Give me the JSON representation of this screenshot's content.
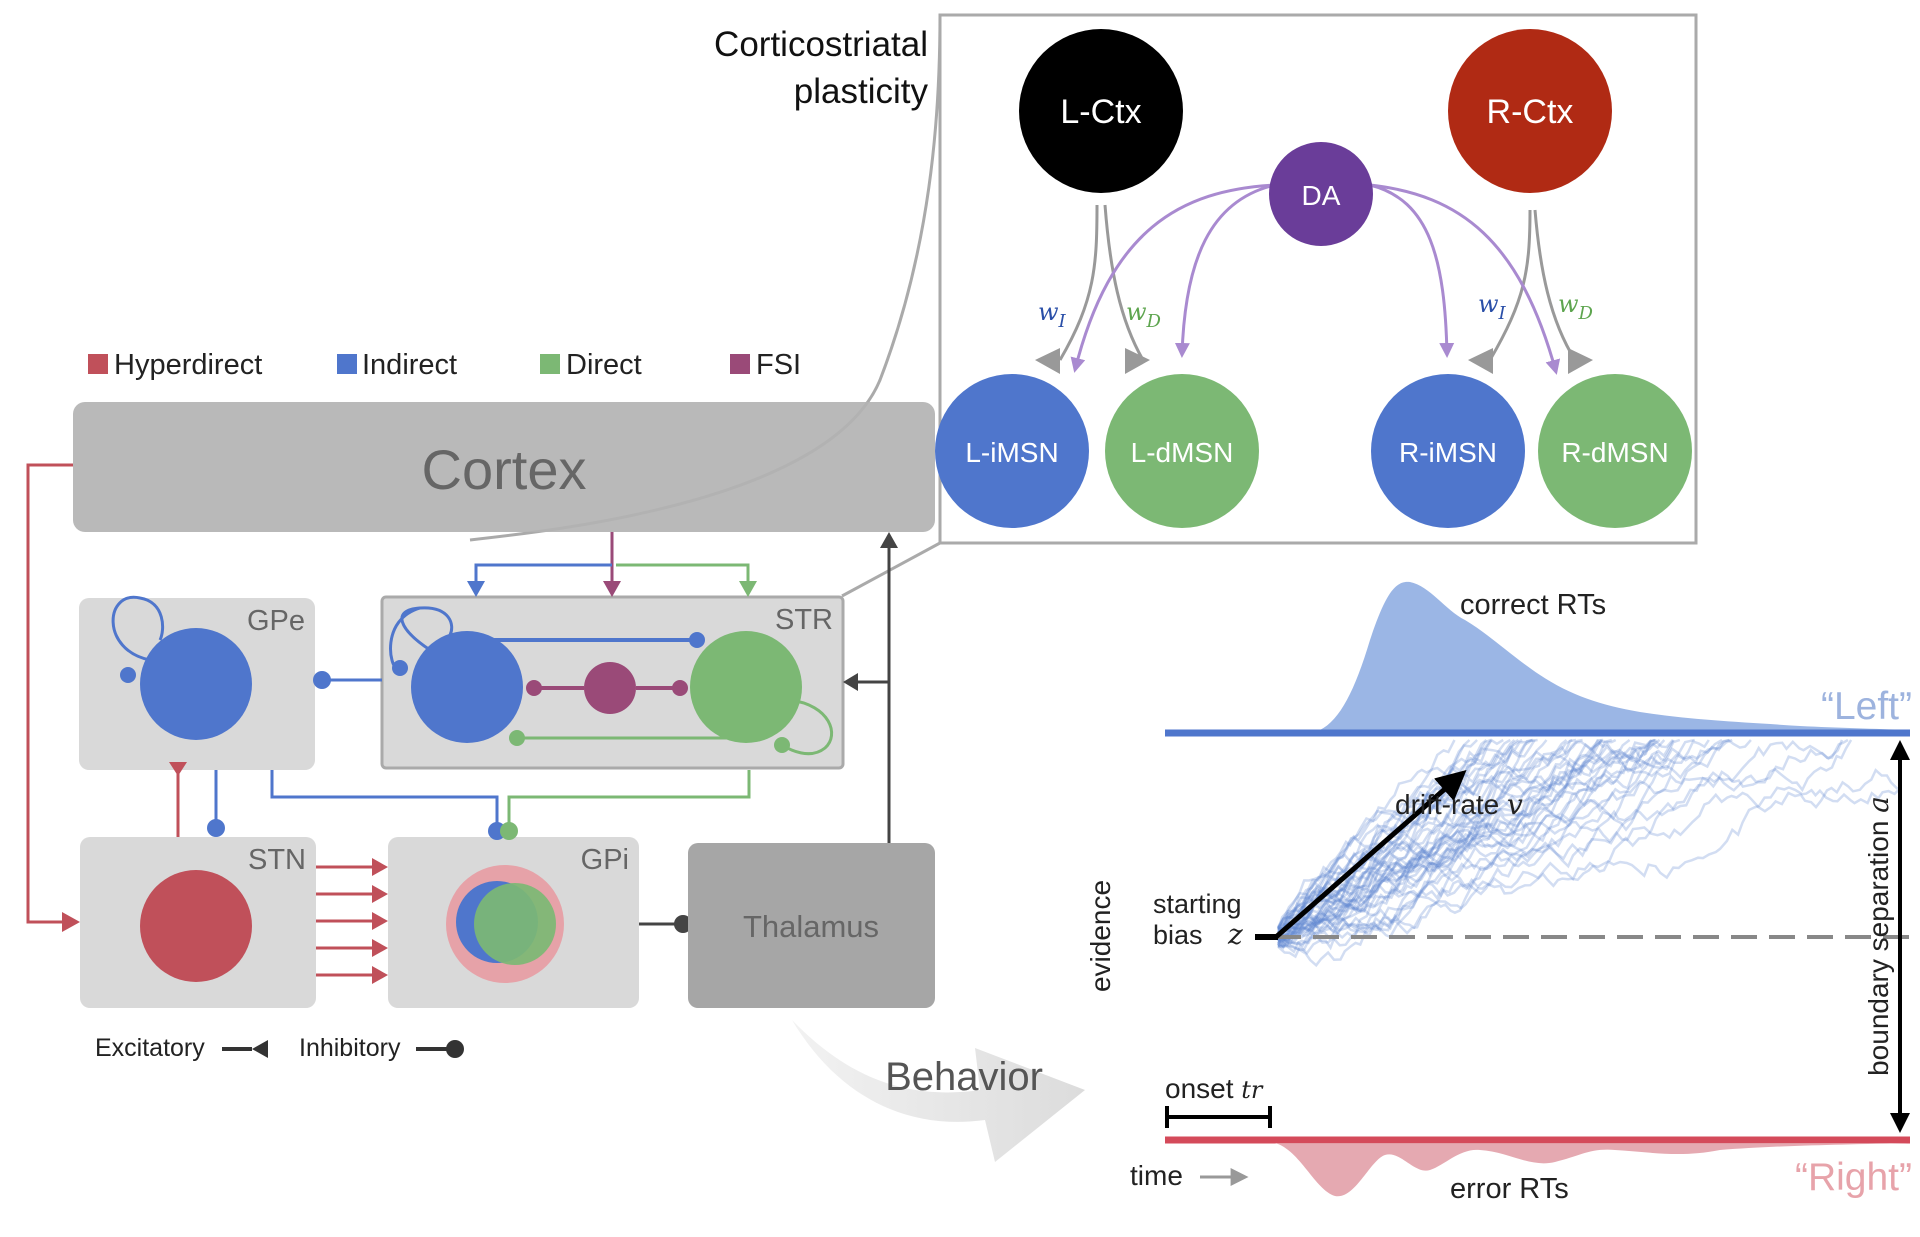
{
  "colors": {
    "hyperdirect": "#c0505a",
    "indirect": "#4f76cc",
    "direct": "#7cb874",
    "fsi": "#9a4a78",
    "box": "#d9d9d9",
    "cortex_box": "#b3b3b3",
    "thalamus_box": "#a6a6a6",
    "da": "#6a3d99",
    "r_ctx": "#b02a14",
    "l_ctx": "#000000",
    "da_arrow": "#a98ad0",
    "left_boundary": "#4f76cc",
    "right_boundary": "#d44a5a"
  },
  "legend": {
    "hyperdirect": "Hyperdirect",
    "indirect": "Indirect",
    "direct": "Direct",
    "fsi": "FSI"
  },
  "boxes": {
    "cortex": "Cortex",
    "gpe": "GPe",
    "str": "STR",
    "stn": "STN",
    "gpi": "GPi",
    "thalamus": "Thalamus"
  },
  "synapse_legend": {
    "excitatory": "Excitatory",
    "inhibitory": "Inhibitory"
  },
  "plasticity": {
    "title_line1": "Corticostriatal",
    "title_line2": "plasticity",
    "l_ctx": "L-Ctx",
    "r_ctx": "R-Ctx",
    "da": "DA",
    "l_imsn": "L-iMSN",
    "l_dmsn": "L-dMSN",
    "r_imsn": "R-iMSN",
    "r_dmsn": "R-dMSN",
    "w": "w",
    "sub_i": "I",
    "sub_d": "D"
  },
  "behavior_label": "Behavior",
  "ddm": {
    "correct_label": "correct RTs",
    "error_label": "error RTs",
    "left_label": "“Left”",
    "right_label": "“Right”",
    "evidence_label": "evidence",
    "time_label": "time",
    "drift_label": "drift-rate",
    "drift_symbol": "v",
    "bias_line1": "starting",
    "bias_line2": "bias",
    "bias_symbol": "z",
    "onset_label": "onset",
    "onset_symbol": "tr",
    "boundary_label": "boundary separation",
    "boundary_symbol": "a"
  }
}
